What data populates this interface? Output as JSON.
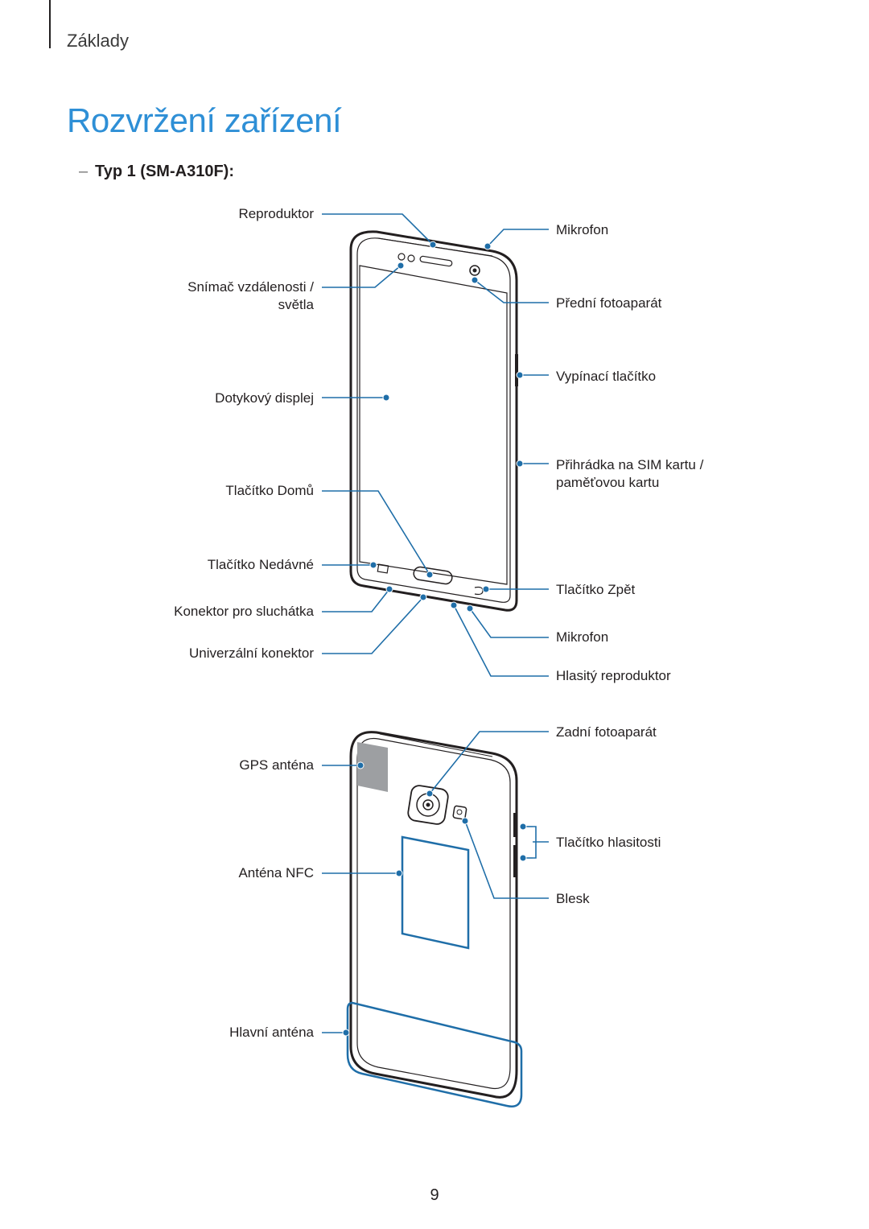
{
  "header": {
    "section": "Základy"
  },
  "title": "Rozvržení zařízení",
  "subtitle": "Typ 1 (SM-A310F):",
  "dash": "–",
  "front_labels": {
    "speaker": "Reproduktor",
    "proximity_1": "Snímač vzdálenosti /",
    "proximity_2": "světla",
    "touchscreen": "Dotykový displej",
    "home": "Tlačítko Domů",
    "recent": "Tlačítko Nedávné",
    "headset": "Konektor pro sluchátka",
    "multipurpose": "Univerzální konektor",
    "mic_top": "Mikrofon",
    "front_camera": "Přední fotoaparát",
    "power": "Vypínací tlačítko",
    "sim_1": "Přihrádka na SIM kartu /",
    "sim_2": "paměťovou kartu",
    "back_key": "Tlačítko Zpět",
    "mic_bottom": "Mikrofon",
    "loudspeaker": "Hlasitý reproduktor"
  },
  "back_labels": {
    "gps": "GPS anténa",
    "nfc": "Anténa NFC",
    "main_antenna": "Hlavní anténa",
    "rear_camera": "Zadní fotoaparát",
    "volume": "Tlačítko hlasitosti",
    "flash": "Blesk"
  },
  "page_number": "9",
  "colors": {
    "accent": "#2e8fd6",
    "callout": "#1f6ea8",
    "text": "#231f20",
    "outline": "#231f20"
  }
}
